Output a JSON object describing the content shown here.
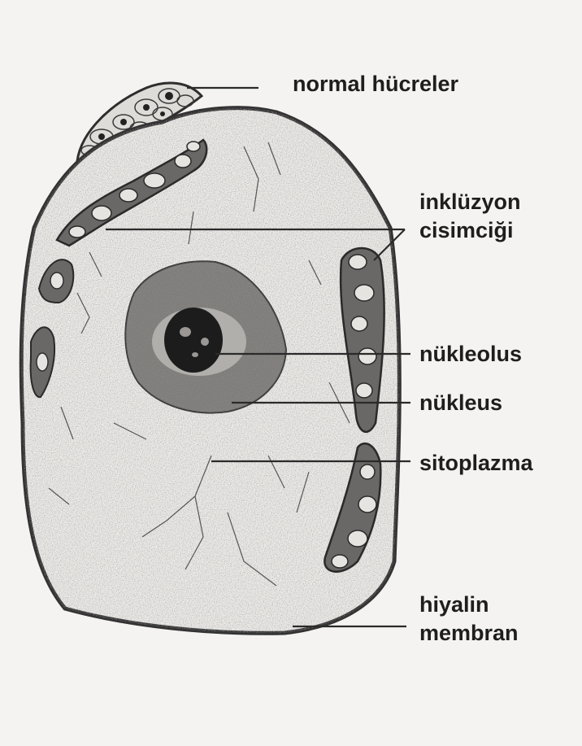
{
  "labels": {
    "normal_cells": "normal hücreler",
    "inclusion_line1": "inklüzyon",
    "inclusion_line2": "cisimciği",
    "nucleolus": "nükleolus",
    "nucleus": "nükleus",
    "cytoplasm": "sitoplazma",
    "hyaline_line1": "hiyalin",
    "hyaline_line2": "membran"
  },
  "colors": {
    "background": "#f4f3f1",
    "cytoplasm": "#ecebe8",
    "membrane": "#333333",
    "nucleus": "#8a8784",
    "nucleolus": "#1c1c1c",
    "inclusion": "#4a4846",
    "text": "#1e1e1e"
  }
}
